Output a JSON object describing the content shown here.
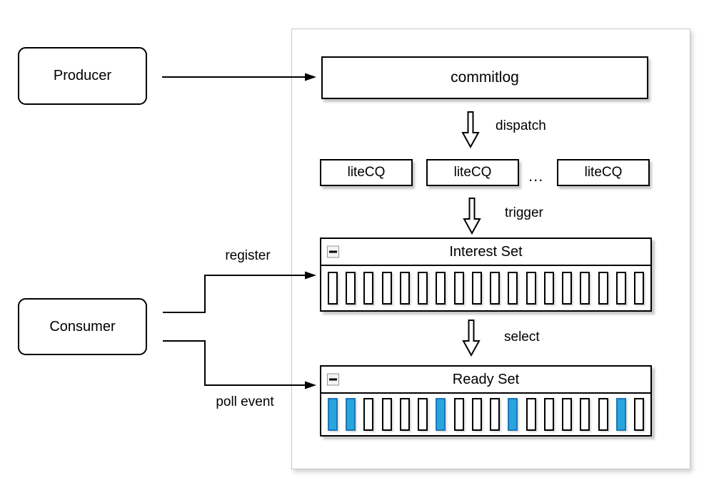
{
  "nodes": {
    "producer": "Producer",
    "consumer": "Consumer",
    "commitlog": "commitlog"
  },
  "litecq": {
    "labels": [
      "liteCQ",
      "liteCQ",
      "liteCQ"
    ],
    "ellipsis": "..."
  },
  "flow_labels": {
    "dispatch": "dispatch",
    "trigger": "trigger",
    "select": "select",
    "register": "register",
    "poll_event": "poll event"
  },
  "interest_set": {
    "title": "Interest Set",
    "slots": 18,
    "highlighted": []
  },
  "ready_set": {
    "title": "Ready Set",
    "slots": 18,
    "highlighted": [
      0,
      1,
      6,
      10,
      16
    ]
  },
  "colors": {
    "active_slot_fill": "#29A5DE",
    "active_slot_border": "#1B76B8",
    "panel_border": "#C9C9C9",
    "line": "#000000"
  }
}
